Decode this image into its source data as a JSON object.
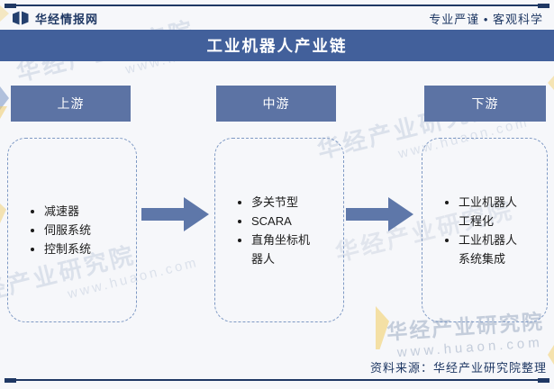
{
  "header": {
    "brand": "华经情报网",
    "slogan": "专业严谨 • 客观科学"
  },
  "title": "工业机器人产业链",
  "stages": [
    {
      "label": "上游",
      "items": [
        "减速器",
        "伺服系统",
        "控制系统"
      ]
    },
    {
      "label": "中游",
      "items": [
        "多关节型",
        "SCARA",
        "直角坐标机器人"
      ]
    },
    {
      "label": "下游",
      "items": [
        "工业机器人工程化",
        "工业机器人系统集成"
      ]
    }
  ],
  "footer": {
    "source": "资料来源：华经产业研究院整理"
  },
  "watermark": {
    "brand": "华经产业研究院",
    "site": "www.huaon.com"
  },
  "colors": {
    "title_bar": "#42609b",
    "stage_box": "#5c73a4",
    "arrow": "#5e77a9",
    "frame_line": "#1f3864",
    "dashed_border": "#7e99c4",
    "background": "#f6f7fa"
  },
  "icons": {
    "logo": "open-book-logo",
    "arrow": "right-block-arrow"
  }
}
